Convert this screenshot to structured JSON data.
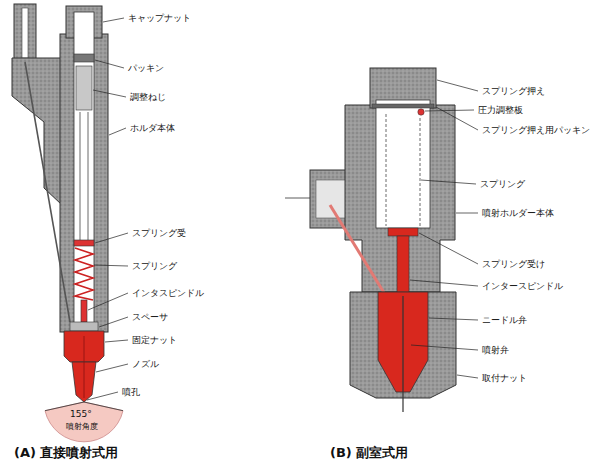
{
  "diagram": {
    "labels": [
      "キャップナット",
      "パッキン",
      "調整ねじ",
      "ホルダ本体",
      "スプリング受",
      "スプリング",
      "インタスピンドル",
      "スペーサ",
      "固定ナット",
      "ノズル",
      "噴孔",
      "155°",
      "噴射角度",
      "(A) 直接噴射式用",
      "スプリング押え",
      "圧力調整板",
      "スプリング押え用パッキン",
      "スプリング",
      "噴射ホルダー本体",
      "スプリング受け",
      "インタースピンドル",
      "ニードル弁",
      "噴射弁",
      "取付ナット",
      "(B) 副室式用"
    ]
  }
}
